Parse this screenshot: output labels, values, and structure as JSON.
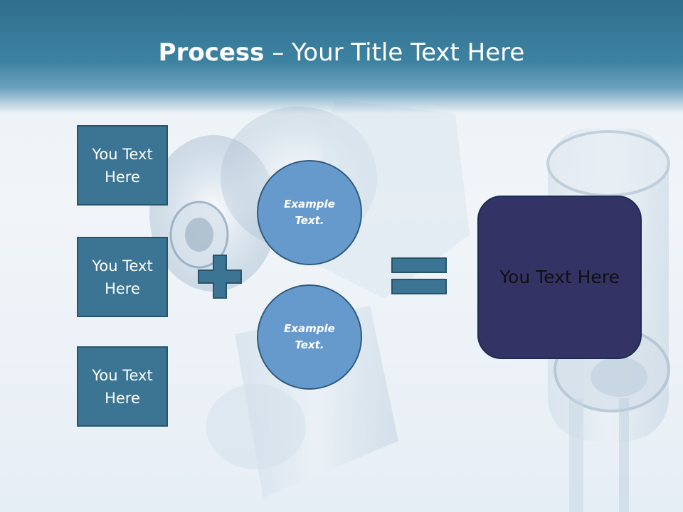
{
  "slide": {
    "title": {
      "bold": "Process",
      "separator": " – ",
      "rest": "Your Title Text Here"
    },
    "left_boxes": [
      {
        "label": "You Text Here"
      },
      {
        "label": "You Text Here"
      },
      {
        "label": "You Text Here"
      }
    ],
    "circles": [
      {
        "label": "Example Text."
      },
      {
        "label": "Example Text."
      }
    ],
    "result": {
      "label": "You Text Here"
    },
    "operators": {
      "plus_icon": "plus-icon",
      "equals_icon": "equals-icon"
    },
    "colors": {
      "title_band": "#3e82a2",
      "box_fill": "#3b7593",
      "circle_fill": "#6699cc",
      "result_fill": "#333366",
      "operator_fill": "#3b7593"
    }
  }
}
